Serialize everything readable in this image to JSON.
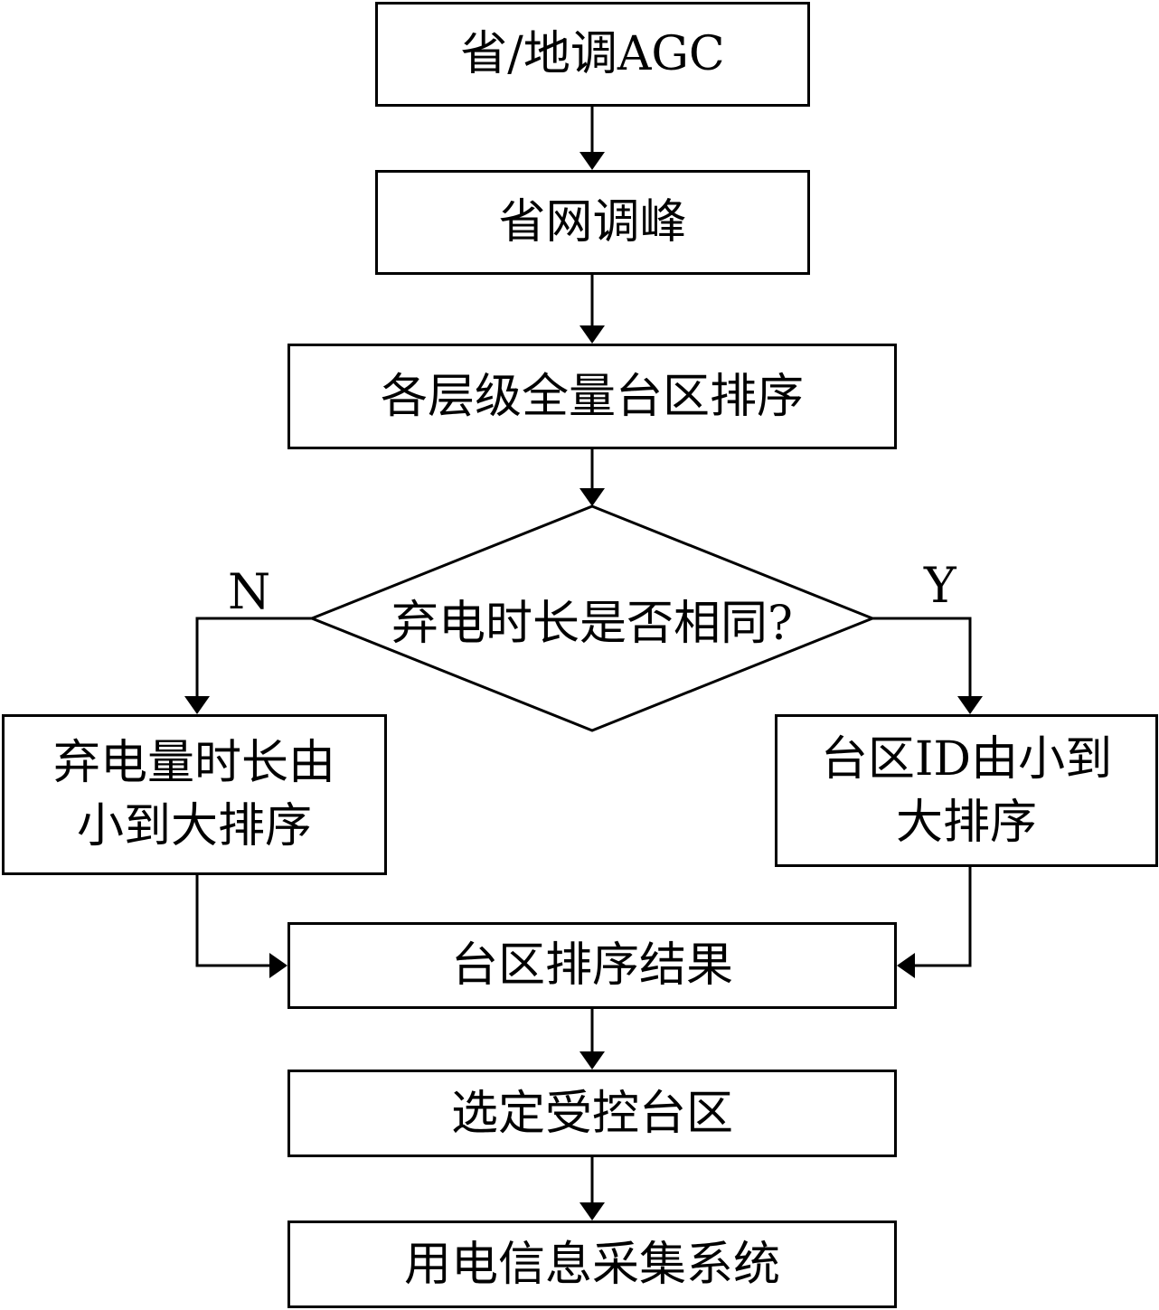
{
  "nodes": {
    "agc": "省/地调AGC",
    "peak": "省网调峰",
    "sort_all": "各层级全量台区排序",
    "decision": "弃电时长是否相同?",
    "left_line1": "弃电量时长由",
    "left_line2": "小到大排序",
    "right_line1": "台区ID由小到",
    "right_line2": "大排序",
    "result": "台区排序结果",
    "select": "选定受控台区",
    "system": "用电信息采集系统"
  },
  "labels": {
    "no": "N",
    "yes": "Y"
  },
  "colors": {
    "stroke": "#000000",
    "fill": "#ffffff"
  }
}
